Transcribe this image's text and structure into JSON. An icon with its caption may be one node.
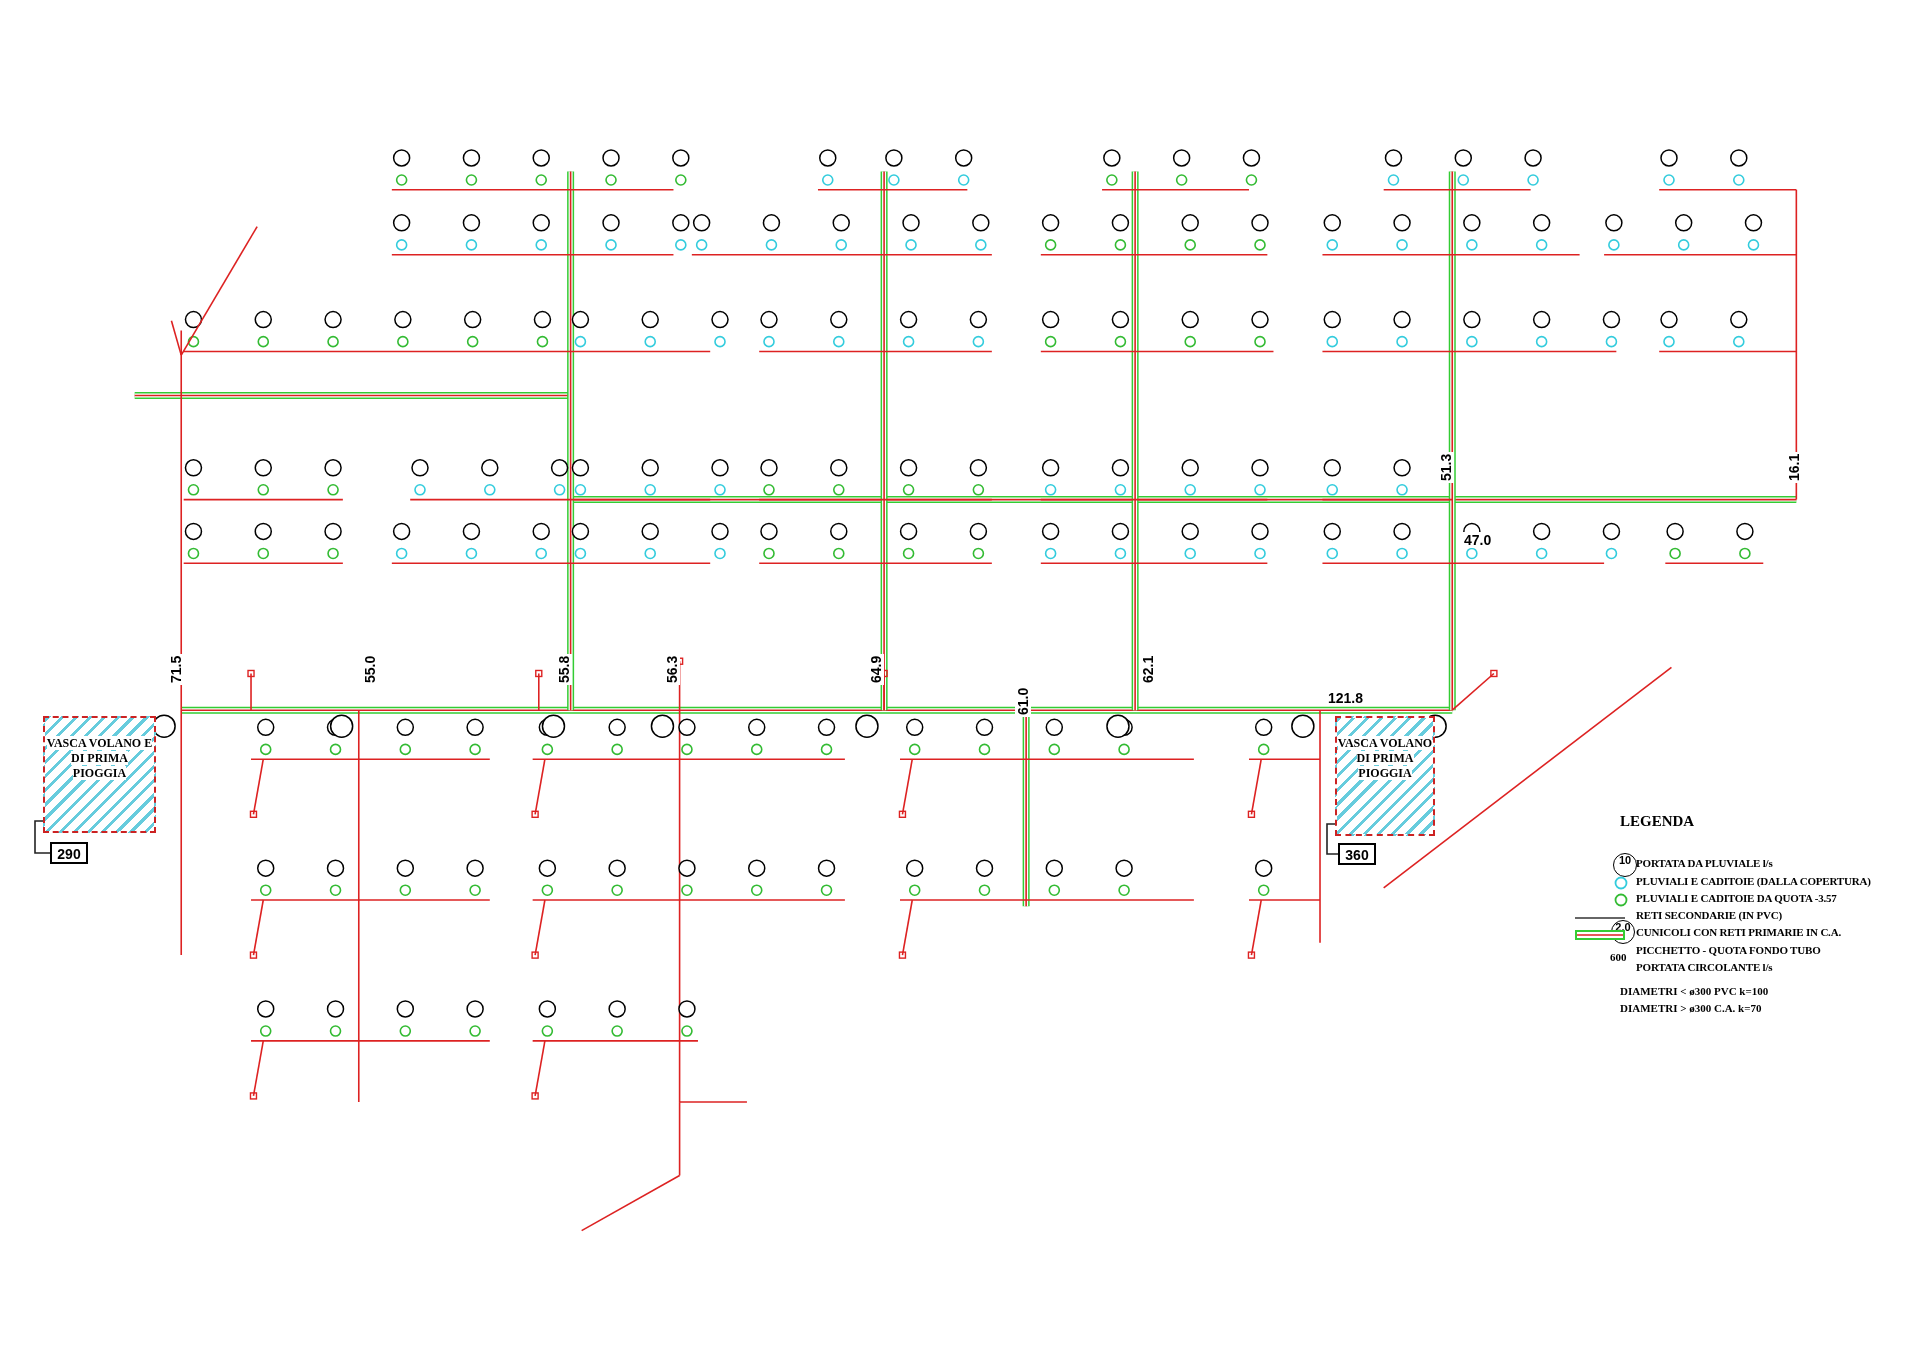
{
  "diagram": {
    "nodes": [
      {
        "text": [
          "VASCA VOLANO E DI PRIMA PIOGGIA"
        ]
      },
      {
        "text": [
          "290"
        ]
      },
      {
        "text": [
          "VASCA VOLANO DI PRIMA PIOGGIA"
        ]
      },
      {
        "text": [
          "360"
        ]
      }
    ],
    "edges": [
      {
        "from": 0,
        "to": 1,
        "arrow": "none"
      },
      {
        "from": 2,
        "to": 3,
        "arrow": "none"
      }
    ],
    "labels": [
      "71.5",
      "55.0",
      "55.8",
      "56.3",
      "64.9",
      "61.0",
      "62.1",
      "121.8",
      "51.3",
      "47.0",
      "16.1",
      "LEGENDA",
      "10",
      "2.0",
      "600",
      "DIAMETRI < ø300 PVC k=100",
      "DIAMETRI > ø300 C.A. k=70"
    ],
    "legend": [
      {
        "text": "PORTATA DA PLUVIALE l/s"
      },
      {
        "text": "PLUVIALI E CADITOIE (DALLA COPERTURA)"
      },
      {
        "text": "PLUVIALI E CADITOIE DA QUOTA -3.57"
      },
      {
        "text": "RETI SECONDARIE (IN PVC)"
      },
      {
        "text": "CUNICOLI CON RETI PRIMARIE IN C.A."
      },
      {
        "text": "PICCHETTO - QUOTA FONDO TUBO"
      },
      {
        "text": "PORTATA CIRCOLANTE l/s"
      }
    ]
  }
}
